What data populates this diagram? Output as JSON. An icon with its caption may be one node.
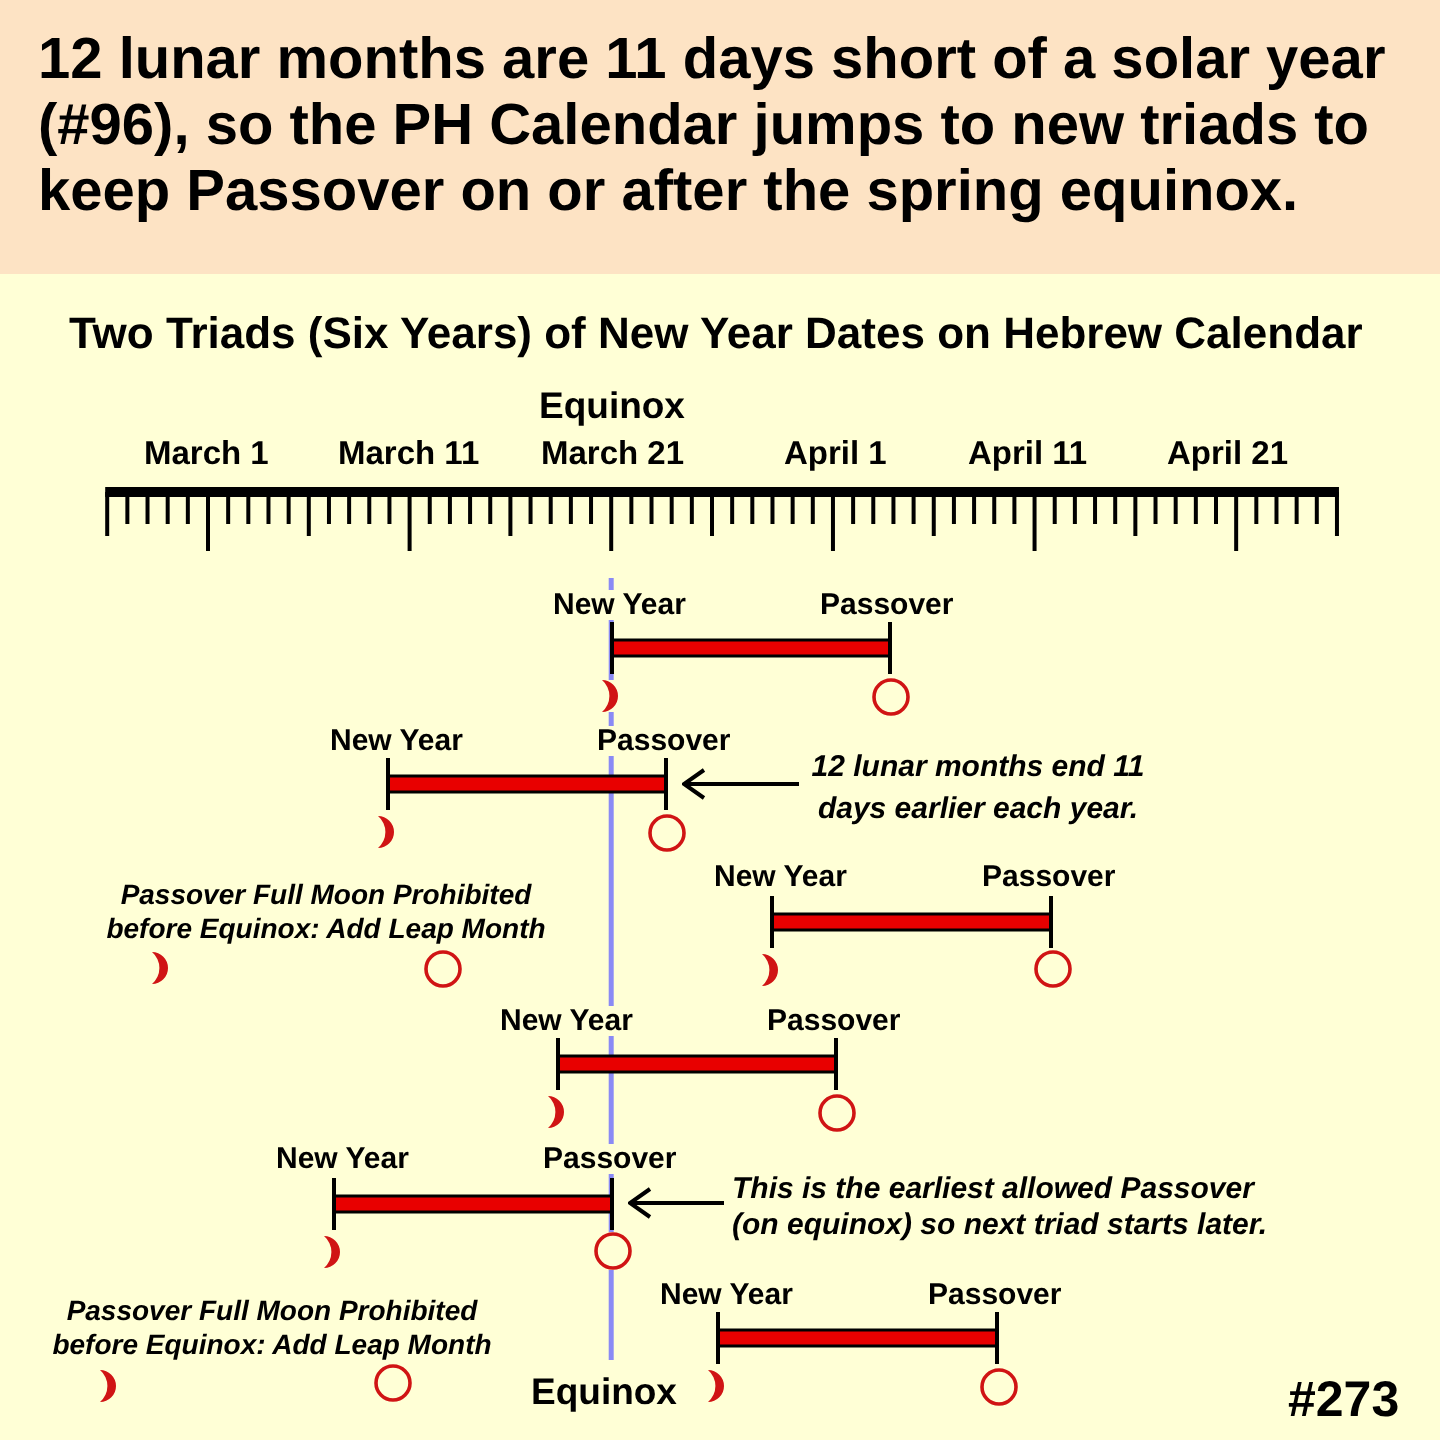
{
  "diagram": {
    "title": "Two Triads (Six Years) of New Year Dates on Hebrew Calendar",
    "nodes": [
      {
        "text": [
          "12 lunar months are 11 days short of a solar year (#96), so the PH Calendar jumps to new triads to keep Passover on or after the spring equinox."
        ]
      },
      {
        "text": [],
        "shape": "bar",
        "beside": [
          "New Year",
          "Passover"
        ]
      },
      {
        "text": [],
        "shape": "bar",
        "beside": [
          "New Year",
          "Passover"
        ]
      },
      {
        "text": [
          "12 lunar months end 11 days earlier each year."
        ]
      },
      {
        "text": [],
        "shape": "bar",
        "beside": [
          "New Year",
          "Passover"
        ]
      },
      {
        "text": [],
        "shape": "bar",
        "beside": [
          "New Year",
          "Passover"
        ]
      },
      {
        "text": [],
        "shape": "bar",
        "beside": [
          "New Year",
          "Passover"
        ]
      },
      {
        "text": [
          "This is the earliest allowed Passover (on equinox) so next triad starts later."
        ]
      },
      {
        "text": [],
        "shape": "bar",
        "beside": [
          "New Year",
          "Passover"
        ]
      }
    ],
    "edges": [
      {
        "from": 3,
        "to": 2,
        "arrow": "to"
      },
      {
        "from": 7,
        "to": 6,
        "arrow": "to"
      }
    ],
    "labels": [
      "Equinox",
      "March 1",
      "March 11",
      "March 21",
      "April 1",
      "April 11",
      "April 21",
      "Passover Full Moon Prohibited before Equinox: Add Leap Month",
      "Passover Full Moon Prohibited before Equinox: Add Leap Month",
      "Equinox",
      "#273"
    ]
  }
}
